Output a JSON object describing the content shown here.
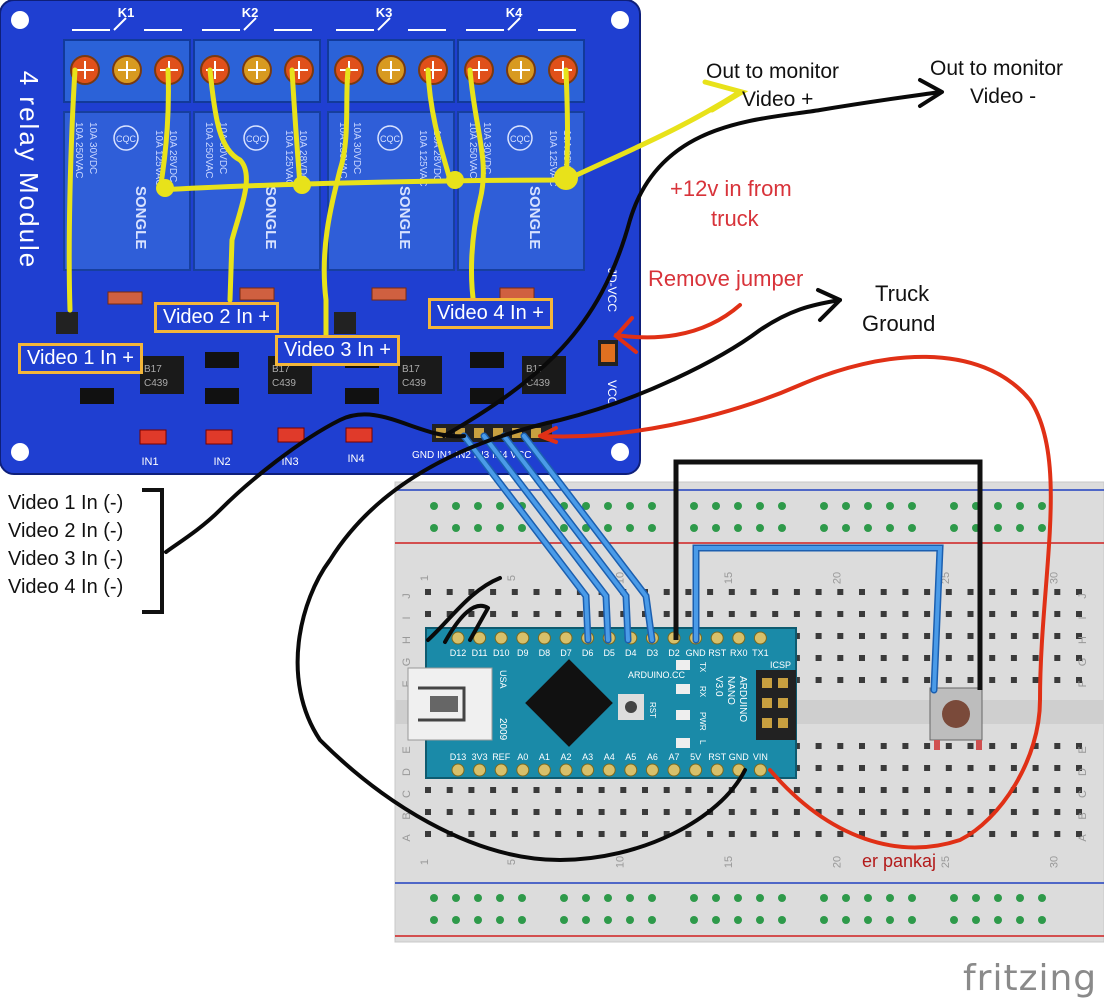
{
  "relay_module": {
    "title": "4 relay Module",
    "relays": [
      "K1",
      "K2",
      "K3",
      "K4"
    ],
    "relay_text": [
      "10A 250VAC",
      "10A 125VAC",
      "10A 30VDC",
      "10A 28VDC",
      "SONGLE",
      "CQC"
    ],
    "chip_text": [
      "B17",
      "C439"
    ],
    "inputs": [
      "IN1",
      "IN2",
      "IN3",
      "IN4"
    ],
    "jd_vcc": "JD-VCC",
    "vcc": "VCC",
    "header_pins": "GND IN1 IN2 IN3 IN4 VCC"
  },
  "labels": {
    "video1_in": "Video 1 In +",
    "video2_in": "Video 2 In +",
    "video3_in": "Video 3 In +",
    "video4_in": "Video 4 In +",
    "out_plus_line1": "Out to monitor",
    "out_plus_line2": "Video +",
    "out_minus_line1": "Out to monitor",
    "out_minus_line2": "Video -",
    "power_line1": "+12v in from",
    "power_line2": "truck",
    "remove_jumper": "Remove jumper",
    "ground_line1": "Truck",
    "ground_line2": "Ground",
    "neg_inputs": [
      "Video 1 In (-)",
      "Video 2 In (-)",
      "Video 3 In (-)",
      "Video 4 In (-)"
    ],
    "author": "er pankaj",
    "brand": "fritzing"
  },
  "arduino": {
    "top_pins": [
      "D12",
      "D11",
      "D10",
      "D9",
      "D8",
      "D7",
      "D6",
      "D5",
      "D4",
      "D3",
      "D2",
      "GND",
      "RST",
      "RX0",
      "TX1"
    ],
    "bottom_pins": [
      "D13",
      "3V3",
      "REF",
      "A0",
      "A1",
      "A2",
      "A3",
      "A4",
      "A5",
      "A6",
      "A7",
      "5V",
      "RST",
      "GND",
      "VIN"
    ],
    "brand": "ARDUINO.CC",
    "model_lines": [
      "ARDUINO",
      "NANO",
      "V3.0"
    ],
    "year": "2009",
    "usa": "USA",
    "rst": "RST",
    "icsp": "ICSP",
    "leds": [
      "TX",
      "RX",
      "PWR",
      "L"
    ]
  },
  "breadboard": {
    "cols": [
      "1",
      "5",
      "10",
      "15",
      "20",
      "25",
      "30"
    ],
    "rows_top": [
      "J",
      "I",
      "H",
      "G",
      "F"
    ],
    "rows_bottom": [
      "E",
      "D",
      "C",
      "B",
      "A"
    ]
  },
  "colors": {
    "board": "#1f3fd1",
    "jumper_yellow": "#e8e21a",
    "wire_black": "#0a0a0a",
    "wire_red": "#e03016",
    "wire_blue": "#3d84d6"
  }
}
